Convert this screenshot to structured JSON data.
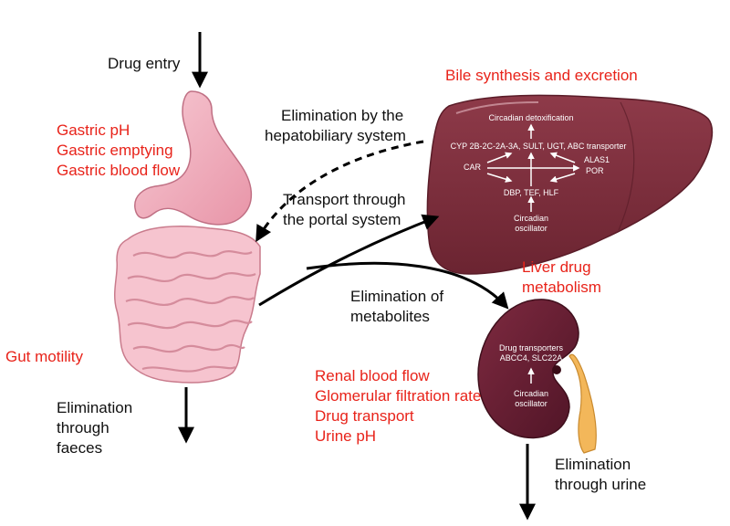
{
  "labels": {
    "drug_entry": "Drug entry",
    "bile": "Bile synthesis and excretion",
    "gastric_ph": "Gastric pH",
    "gastric_emptying": "Gastric emptying",
    "gastric_blood_flow": "Gastric blood flow",
    "elim_hepato_1": "Elimination by the",
    "elim_hepato_2": "hepatobiliary system",
    "transport_portal_1": "Transport through",
    "transport_portal_2": "the portal system",
    "gut_motility": "Gut motility",
    "liver_drug_1": "Liver drug",
    "liver_drug_2": "metabolism",
    "elim_metab_1": "Elimination of",
    "elim_metab_2": "metabolites",
    "renal_blood_flow": "Renal blood flow",
    "glomerular": "Glomerular filtration rate",
    "drug_transport": "Drug transport",
    "urine_ph": "Urine pH",
    "elim_faeces_1": "Elimination",
    "elim_faeces_2": "through",
    "elim_faeces_3": "faeces",
    "elim_urine_1": "Elimination",
    "elim_urine_2": "through urine"
  },
  "liver": {
    "detox": "Circadian detoxification",
    "enzymes": "CYP 2B-2C-2A-3A,  SULT,  UGT,  ABC transporter",
    "car": "CAR",
    "alas1": "ALAS1",
    "por": "POR",
    "dbp": "DBP, TEF, HLF",
    "osc_1": "Circadian",
    "osc_2": "oscillator"
  },
  "kidney": {
    "transporters_1": "Drug transporters",
    "transporters_2": "ABCC4, SLC22A",
    "osc_1": "Circadian",
    "osc_2": "oscillator"
  },
  "colors": {
    "red_text": "#e8231a",
    "liver": "#7b2b3a",
    "kidney": "#6a1f33",
    "stomach": "#f2b3c1",
    "ureter": "#f3b75a"
  }
}
